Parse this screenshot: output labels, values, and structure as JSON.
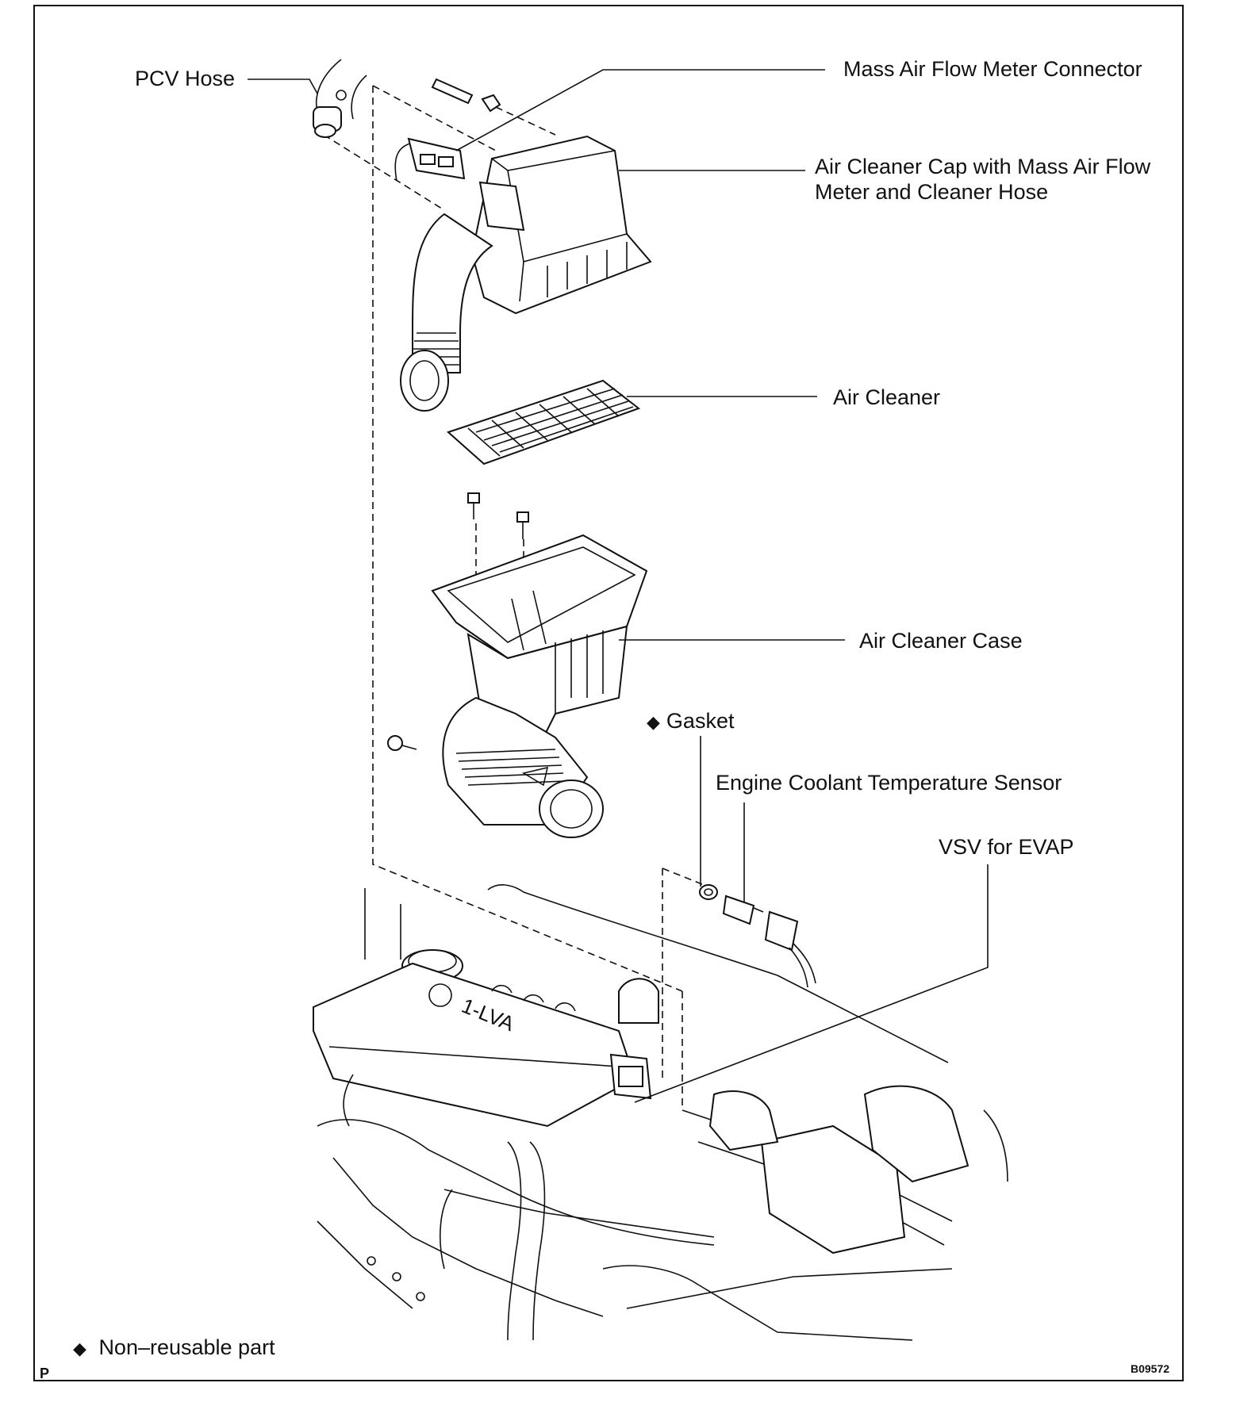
{
  "labels": {
    "pcv_hose": "PCV Hose",
    "maf_connector": "Mass Air Flow Meter Connector",
    "air_cleaner_cap_line1": "Air Cleaner Cap with Mass Air Flow",
    "air_cleaner_cap_line2": "Meter and Cleaner Hose",
    "air_cleaner": "Air Cleaner",
    "air_cleaner_case": "Air Cleaner Case",
    "gasket": "Gasket",
    "ect_sensor": "Engine Coolant Temperature Sensor",
    "vsv_evap": "VSV for EVAP"
  },
  "legend": {
    "symbol": "◆",
    "text": "Non–reusable part"
  },
  "corner": {
    "left_mark": "P",
    "figure_code": "B09572"
  },
  "icons": {
    "non_reusable": "diamond-icon"
  }
}
